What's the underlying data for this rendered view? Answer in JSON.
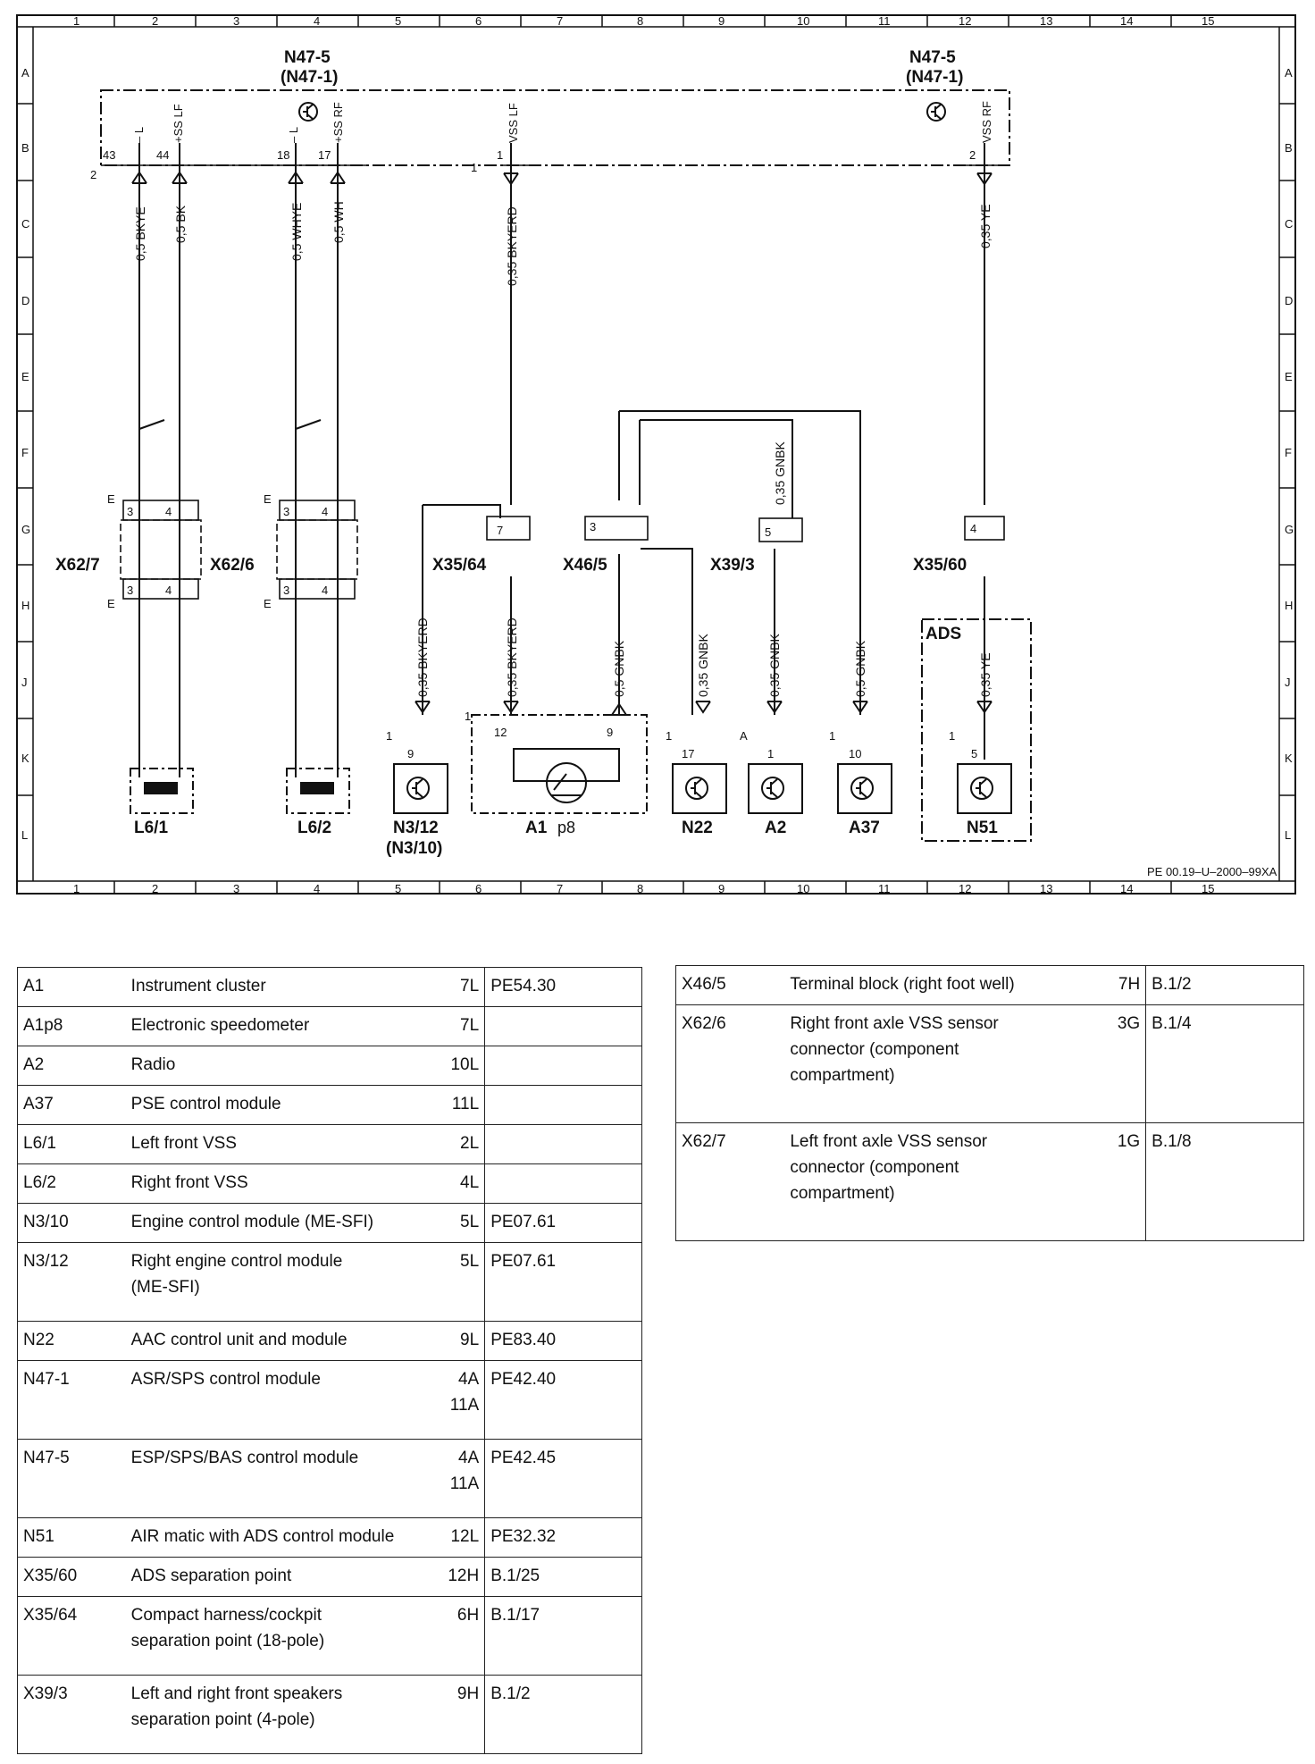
{
  "diagram": {
    "id_label": "PE 00.19–U–2000–99XA",
    "col_numbers": [
      "1",
      "2",
      "3",
      "4",
      "5",
      "6",
      "7",
      "8",
      "9",
      "10",
      "11",
      "12",
      "13",
      "14",
      "15"
    ],
    "row_letters": [
      "A",
      "B",
      "C",
      "D",
      "E",
      "F",
      "G",
      "H",
      "J",
      "K",
      "L"
    ],
    "modules": [
      {
        "code": "N47-5",
        "alt": "(N47-1)"
      },
      {
        "code": "N47-5",
        "alt": "(N47-1)"
      }
    ],
    "pin_labels": [
      "43",
      "44",
      "18",
      "17",
      "1",
      "2"
    ],
    "signal_labels": [
      "– L",
      "+SS LF",
      "– L",
      "+SS RF",
      "VSS LF",
      "VSS RF"
    ],
    "harness_numbers": [
      "2",
      "1"
    ],
    "wires": [
      "0,5 BKYE",
      "0,5 BK",
      "0,5 WHYE",
      "0,5 WH",
      "0,35 BKYERD",
      "0,35 YE",
      "0,35 GNBK",
      "0,35 BKYERD",
      "0,35 BKYERD",
      "0,5 GNBK",
      "0,35 GNBK",
      "0,35 GNBK",
      "0,5 GNBK",
      "0,35 YE"
    ],
    "connectors": [
      "X62/7",
      "X62/6",
      "X35/64",
      "X46/5",
      "X39/3",
      "X35/60"
    ],
    "components": [
      "L6/1",
      "L6/2",
      "N3/12",
      "(N3/10)",
      "A1",
      "p8",
      "N22",
      "A2",
      "A37",
      "N51"
    ],
    "ads_label": "ADS",
    "conn_pins": [
      "3",
      "4",
      "3",
      "4",
      "3",
      "4",
      "3",
      "4",
      "7",
      "3",
      "5",
      "4"
    ],
    "comp_pins": [
      "9",
      "12",
      "9",
      "17",
      "1",
      "10",
      "5"
    ],
    "side_marks": [
      "E",
      "E",
      "E",
      "E",
      "1",
      "1",
      "1",
      "A",
      "1",
      "1"
    ]
  },
  "legend_left": [
    {
      "code": "A1",
      "desc": [
        "Instrument cluster"
      ],
      "grid": [
        "7L"
      ],
      "ref": "PE54.30"
    },
    {
      "code": "A1p8",
      "desc": [
        "Electronic speedometer"
      ],
      "grid": [
        "7L"
      ],
      "ref": ""
    },
    {
      "code": "A2",
      "desc": [
        "Radio"
      ],
      "grid": [
        "10L"
      ],
      "ref": ""
    },
    {
      "code": "A37",
      "desc": [
        "PSE control module"
      ],
      "grid": [
        "11L"
      ],
      "ref": ""
    },
    {
      "code": "L6/1",
      "desc": [
        "Left front VSS"
      ],
      "grid": [
        "2L"
      ],
      "ref": ""
    },
    {
      "code": "L6/2",
      "desc": [
        "Right front VSS"
      ],
      "grid": [
        "4L"
      ],
      "ref": ""
    },
    {
      "code": "N3/10",
      "desc": [
        "Engine control module (ME-SFI)"
      ],
      "grid": [
        "5L"
      ],
      "ref": "PE07.61"
    },
    {
      "code": "N3/12",
      "desc": [
        "Right engine control module",
        "(ME-SFI)"
      ],
      "grid": [
        "5L"
      ],
      "ref": "PE07.61"
    },
    {
      "code": "N22",
      "desc": [
        "AAC control unit and module"
      ],
      "grid": [
        "9L"
      ],
      "ref": "PE83.40"
    },
    {
      "code": "N47-1",
      "desc": [
        "ASR/SPS control module"
      ],
      "grid": [
        "4A",
        "11A"
      ],
      "ref": "PE42.40"
    },
    {
      "code": "N47-5",
      "desc": [
        "ESP/SPS/BAS control module"
      ],
      "grid": [
        "4A",
        "11A"
      ],
      "ref": "PE42.45"
    },
    {
      "code": "N51",
      "desc": [
        "AIR matic with ADS control module"
      ],
      "grid": [
        "12L"
      ],
      "ref": "PE32.32"
    },
    {
      "code": "X35/60",
      "desc": [
        "ADS separation point"
      ],
      "grid": [
        "12H"
      ],
      "ref": "B.1/25"
    },
    {
      "code": "X35/64",
      "desc": [
        "Compact harness/cockpit",
        "separation point (18-pole)"
      ],
      "grid": [
        "6H"
      ],
      "ref": "B.1/17"
    },
    {
      "code": "X39/3",
      "desc": [
        "Left and right front speakers",
        "separation point (4-pole)"
      ],
      "grid": [
        "9H"
      ],
      "ref": "B.1/2"
    }
  ],
  "legend_right": [
    {
      "code": "X46/5",
      "desc": [
        "Terminal block (right foot well)"
      ],
      "grid": [
        "7H"
      ],
      "ref": "B.1/2"
    },
    {
      "code": "X62/6",
      "desc": [
        "Right front axle VSS sensor",
        "connector (component",
        "compartment)"
      ],
      "grid": [
        "3G"
      ],
      "ref": "B.1/4"
    },
    {
      "code": "X62/7",
      "desc": [
        "Left front axle VSS sensor",
        "connector (component",
        "compartment)"
      ],
      "grid": [
        "1G"
      ],
      "ref": "B.1/8"
    }
  ]
}
